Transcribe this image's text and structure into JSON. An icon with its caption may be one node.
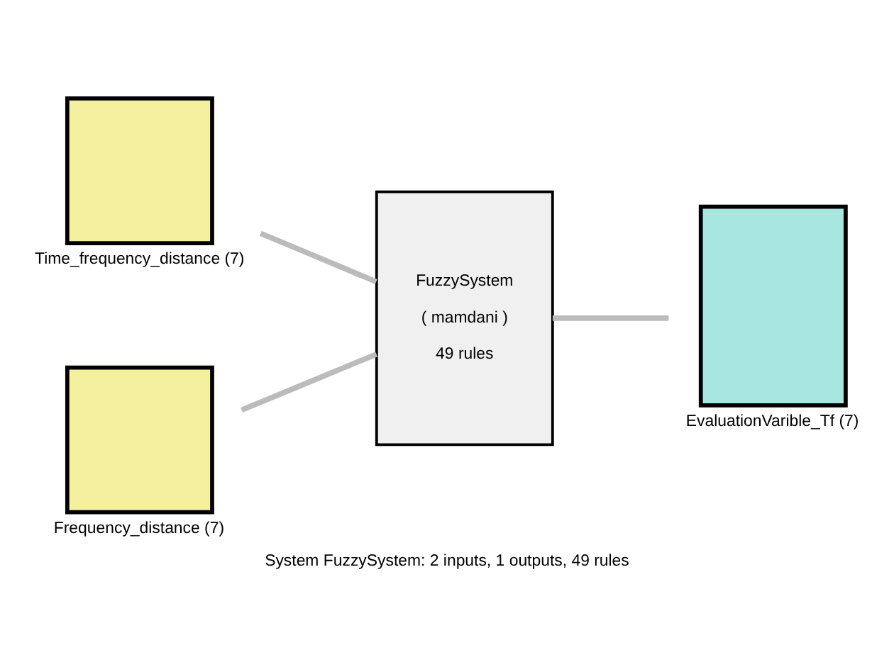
{
  "diagram": {
    "caption": "System FuzzySystem: 2 inputs, 1 outputs, 49 rules",
    "nodes": [
      {
        "text": [
          "Time_frequency_distance (7)"
        ]
      },
      {
        "text": [
          "Frequency_distance (7)"
        ]
      },
      {
        "text": [
          "FuzzySystem",
          "( mamdani )",
          "49 rules"
        ]
      },
      {
        "text": [
          "EvaluationVarible_Tf (7)"
        ]
      }
    ],
    "edges": [
      {
        "from": 0,
        "to": 2,
        "arrow": "none"
      },
      {
        "from": 1,
        "to": 2,
        "arrow": "none"
      },
      {
        "from": 2,
        "to": 3,
        "arrow": "none"
      }
    ]
  }
}
